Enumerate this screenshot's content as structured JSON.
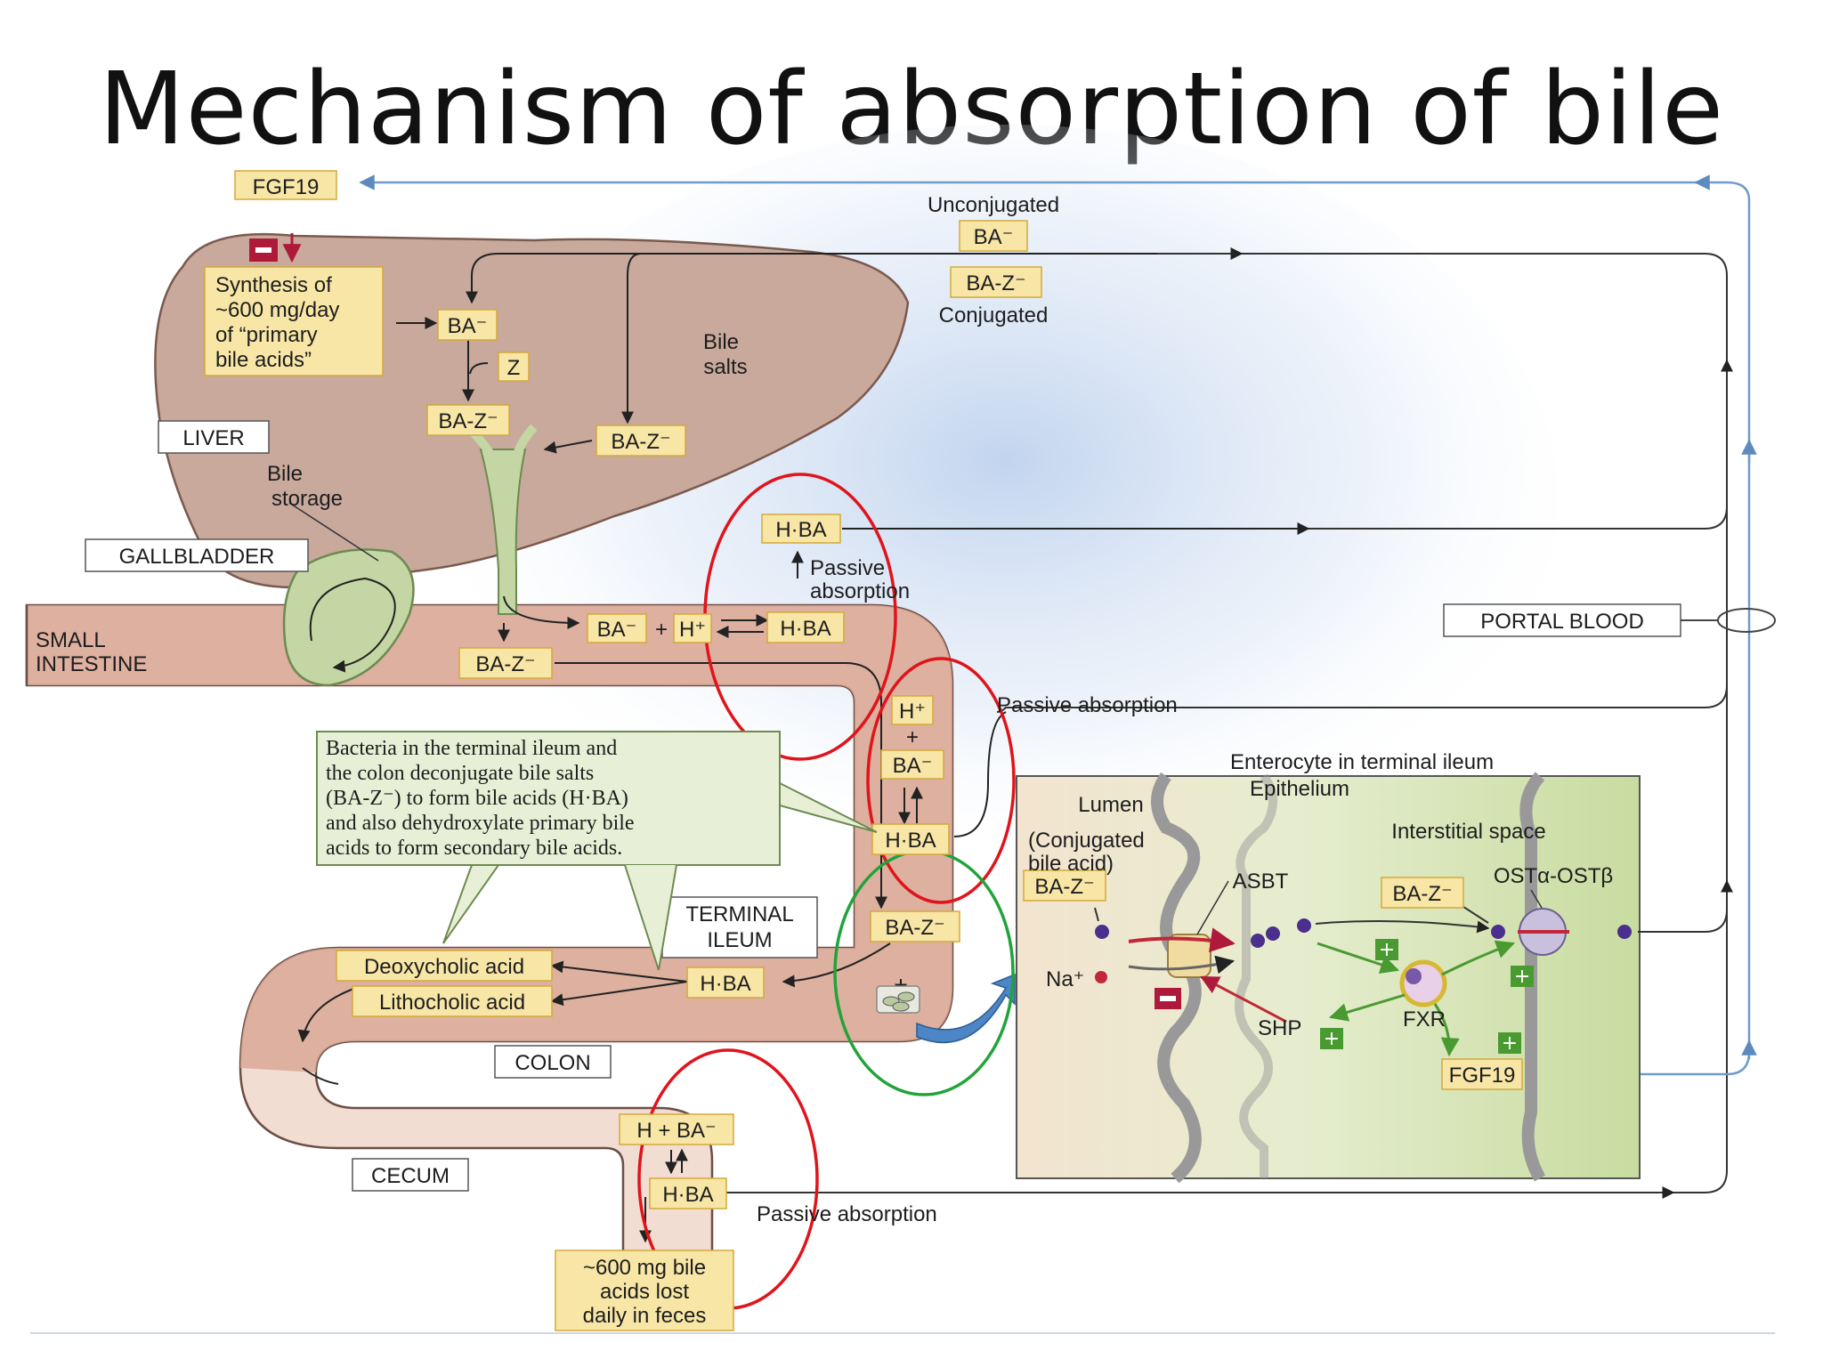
{
  "title": "Mechanism of absorption of bile",
  "labels": {
    "fgf19_top": "FGF19",
    "synthesis": [
      "Synthesis of",
      "~600 mg/day",
      "of “primary",
      "bile acids”"
    ],
    "ba_minus": "BA⁻",
    "z": "Z",
    "ba_z_minus": "BA-Z⁻",
    "unconjugated": "Unconjugated",
    "conjugated": "Conjugated",
    "bile_salts": [
      "Bile",
      "salts"
    ],
    "liver": "LIVER",
    "bile_storage": [
      "Bile",
      "storage"
    ],
    "gallbladder": "GALLBLADDER",
    "small_intestine": [
      "SMALL",
      "INTESTINE"
    ],
    "h_ba": "H·BA",
    "h_plus": "H⁺",
    "plus": "+",
    "passive_absorption_small": [
      "Passive",
      "absorption"
    ],
    "passive_absorption": "Passive absorption",
    "portal_blood": "PORTAL BLOOD",
    "bacteria_note": [
      "Bacteria in the terminal ileum and",
      "the colon deconjugate bile salts",
      "(BA-Z⁻) to form bile acids (H·BA)",
      "and also dehydroxylate primary bile",
      "acids to form secondary bile acids."
    ],
    "terminal_ileum": [
      "TERMINAL",
      "ILEUM"
    ],
    "deoxycholic_acid": "Deoxycholic acid",
    "lithocholic_acid": "Lithocholic acid",
    "colon": "COLON",
    "cecum": "CECUM",
    "h_plus_ba": "H + BA⁻",
    "feces": [
      "~600 mg bile",
      "acids lost",
      "daily in feces"
    ],
    "enterocyte": "Enterocyte in terminal ileum",
    "epithelium": "Epithelium",
    "lumen": "Lumen",
    "conjugated_bile_acid": [
      "(Conjugated",
      "bile acid)"
    ],
    "interstitial_space": "Interstitial space",
    "asbt": "ASBT",
    "ost": "OSTα-OSTβ",
    "na_plus": "Na⁺",
    "shp": "SHP",
    "fxr": "FXR",
    "fgf19_cell": "FGF19",
    "minus_sign": "−",
    "plus_sign": "+"
  },
  "colors": {
    "box_fill": "#f8e6a6",
    "box_stroke": "#d4a93a",
    "liver_fill": "#c9a99c",
    "intestine_fill": "#d9a897",
    "gallbladder_fill": "#c3d6a3",
    "annotation_red": "#e0141b",
    "annotation_green": "#22a33a",
    "vessel_blue": "#6f9cc8",
    "inhibit_red": "#b01a3a",
    "stimulate_green": "#4a9a32"
  }
}
